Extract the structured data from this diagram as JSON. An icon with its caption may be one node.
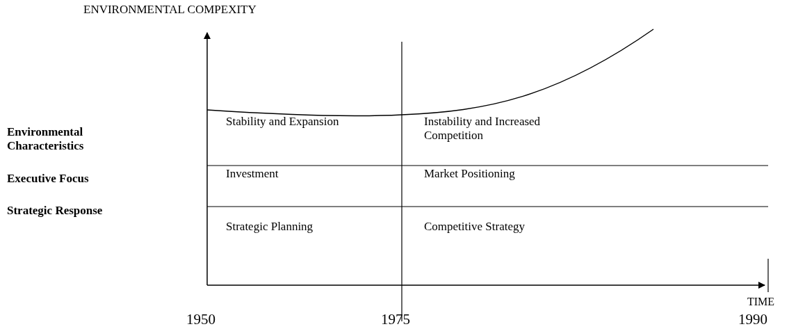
{
  "diagram": {
    "labels": [
      "ENVIRONMENTAL COMPEXITY",
      "Environmental Characteristics",
      "Stability and Expansion",
      "Instability and Increased Competition",
      "Executive Focus",
      "Investment",
      "Market Positioning",
      "Strategic Response",
      "Strategic Planning",
      "Competitive Strategy",
      "TIME",
      "1950",
      "1975",
      "1990"
    ]
  }
}
